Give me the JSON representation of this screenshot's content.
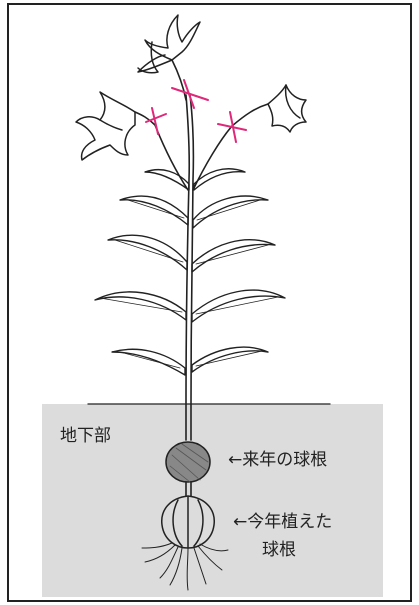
{
  "labels": {
    "underground": "地下部",
    "next_year_bulb": "←来年の球根",
    "this_year_bulb_line1": "←今年植えた",
    "this_year_bulb_line2": "球根"
  },
  "colors": {
    "soil": "#dcdcdc",
    "cut_marks": "#e0287a",
    "ink": "#222222"
  }
}
